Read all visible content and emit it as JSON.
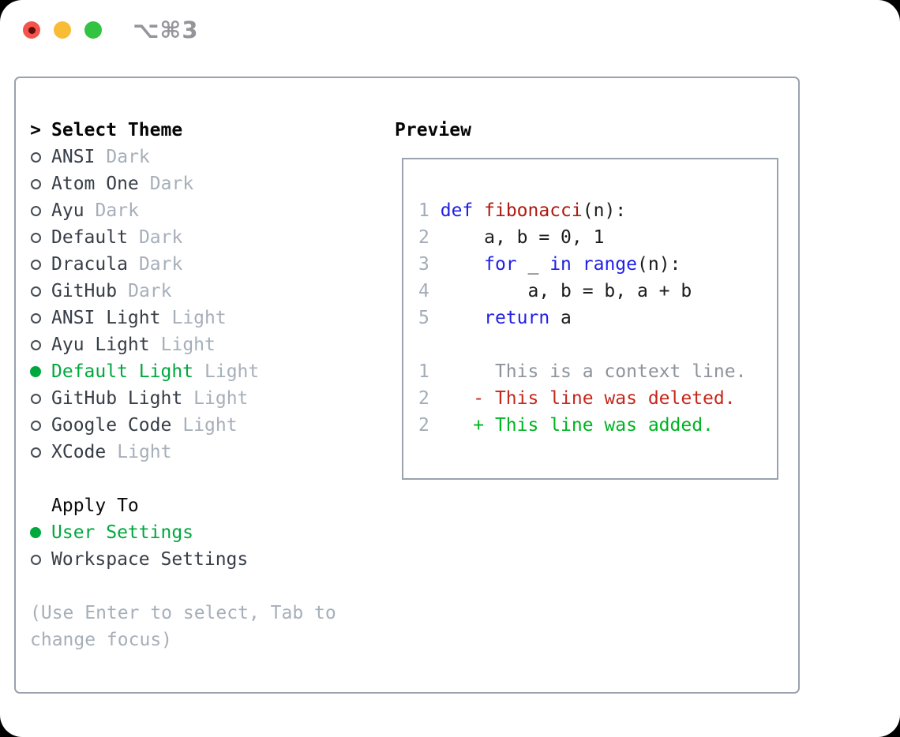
{
  "window": {
    "shortcut": "⌥⌘3"
  },
  "theme_panel": {
    "prompt": ">",
    "title": "Select Theme",
    "items": [
      {
        "name": "ANSI",
        "tag": "Dark",
        "selected": false
      },
      {
        "name": "Atom One",
        "tag": "Dark",
        "selected": false
      },
      {
        "name": "Ayu",
        "tag": "Dark",
        "selected": false
      },
      {
        "name": "Default",
        "tag": "Dark",
        "selected": false
      },
      {
        "name": "Dracula",
        "tag": "Dark",
        "selected": false
      },
      {
        "name": "GitHub",
        "tag": "Dark",
        "selected": false
      },
      {
        "name": "ANSI Light",
        "tag": "Light",
        "selected": false
      },
      {
        "name": "Ayu Light",
        "tag": "Light",
        "selected": false
      },
      {
        "name": "Default Light",
        "tag": "Light",
        "selected": true
      },
      {
        "name": "GitHub Light",
        "tag": "Light",
        "selected": false
      },
      {
        "name": "Google Code",
        "tag": "Light",
        "selected": false
      },
      {
        "name": "XCode",
        "tag": "Light",
        "selected": false
      }
    ]
  },
  "apply_to": {
    "title": "Apply To",
    "options": [
      {
        "label": "User Settings",
        "selected": true
      },
      {
        "label": "Workspace Settings",
        "selected": false
      }
    ]
  },
  "help_text": "(Use Enter to select, Tab to change focus)",
  "preview": {
    "title": "Preview",
    "code_lines": [
      {
        "num": "1",
        "tokens": [
          {
            "t": "def",
            "c": "kw"
          },
          {
            "t": " ",
            "c": "pl"
          },
          {
            "t": "fibonacci",
            "c": "fn"
          },
          {
            "t": "(n):",
            "c": "pl"
          }
        ]
      },
      {
        "num": "2",
        "tokens": [
          {
            "t": "    a, b = 0, 1",
            "c": "pl"
          }
        ]
      },
      {
        "num": "3",
        "tokens": [
          {
            "t": "    ",
            "c": "pl"
          },
          {
            "t": "for",
            "c": "kw"
          },
          {
            "t": " _ ",
            "c": "pl"
          },
          {
            "t": "in",
            "c": "kw"
          },
          {
            "t": " ",
            "c": "pl"
          },
          {
            "t": "range",
            "c": "kw"
          },
          {
            "t": "(n):",
            "c": "pl"
          }
        ]
      },
      {
        "num": "4",
        "tokens": [
          {
            "t": "        a, b = b, a + b",
            "c": "pl"
          }
        ]
      },
      {
        "num": "5",
        "tokens": [
          {
            "t": "    ",
            "c": "pl"
          },
          {
            "t": "return",
            "c": "kw"
          },
          {
            "t": " a",
            "c": "pl"
          }
        ]
      }
    ],
    "diff_lines": [
      {
        "num": "1",
        "tokens": [
          {
            "t": "     This is a context line.",
            "c": "ctx"
          }
        ]
      },
      {
        "num": "2",
        "tokens": [
          {
            "t": "   - This line was deleted.",
            "c": "del"
          }
        ]
      },
      {
        "num": "2",
        "tokens": [
          {
            "t": "   + This line was added.",
            "c": "add"
          }
        ]
      }
    ]
  },
  "colors": {
    "selection_green": "#00a83e",
    "keyword_blue": "#1f1fe6",
    "function_red": "#ad1a12",
    "diff_deleted_red": "#c5271a",
    "diff_added_green": "#00b322",
    "muted_gray": "#a6afb9",
    "border_gray": "#99a2ad",
    "traffic_red": "#f4544c",
    "traffic_yellow": "#f9bd35",
    "traffic_green": "#33c342"
  }
}
